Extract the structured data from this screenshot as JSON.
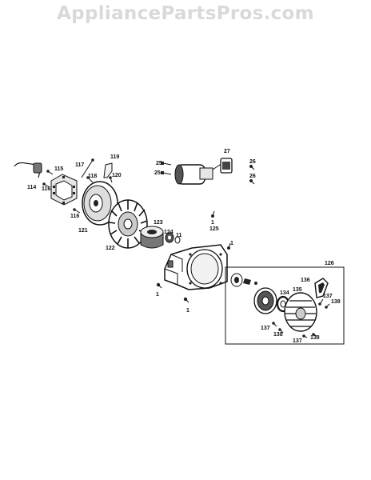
{
  "watermark": "AppliancePartsPros.com",
  "callouts": {
    "c114": "114",
    "c115": "115",
    "c116a": "116",
    "c117": "117",
    "c118": "118",
    "c119": "119",
    "c120": "120",
    "c116b": "116",
    "c121": "121",
    "c122": "122",
    "c123": "123",
    "c124": "124",
    "c11": "11",
    "c25a": "25",
    "c25b": "25",
    "c27": "27",
    "c26a": "26",
    "c26b": "26",
    "c1a": "1",
    "c125": "125",
    "c1b": "1",
    "c1c": "1",
    "c1d": "1",
    "c126": "126",
    "c136": "136",
    "c135": "135",
    "c134": "134",
    "c137a": "137",
    "c138a": "138",
    "c137b": "137",
    "c138b": "138",
    "c137c": "137",
    "c138c": "138"
  }
}
